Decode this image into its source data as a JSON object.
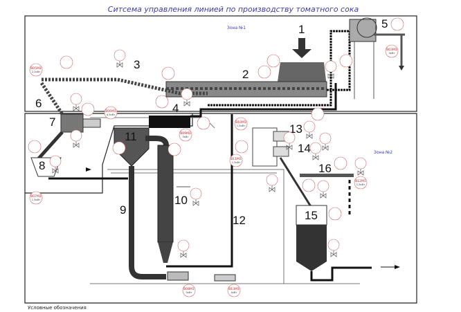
{
  "title": "Ситсема управления линией по производству томатного сока",
  "zones": {
    "zone1": "Зона №1",
    "zone2": "Зона №2"
  },
  "legend_caption": "Условные обозначения",
  "equipment_numbers": [
    "1",
    "2",
    "3",
    "4",
    "5",
    "6",
    "7",
    "8",
    "9",
    "10",
    "11",
    "12",
    "13",
    "14",
    "15",
    "16"
  ],
  "motors": [
    {
      "id": "B05M1",
      "power": "2,2кВт"
    },
    {
      "id": "B06M1",
      "power": "4,5кВт"
    },
    {
      "id": "B03M1",
      "power": "3кВт"
    },
    {
      "id": "B10M1",
      "power": "1,5кВт"
    },
    {
      "id": "B11M1",
      "power": "1,5кВт"
    },
    {
      "id": "B12M1",
      "power": "1,5кВт"
    },
    {
      "id": "B07M1",
      "power": "1,5кВт"
    },
    {
      "id": "B08M1",
      "power": "5кВт"
    },
    {
      "id": "B13M1",
      "power": "4кВт"
    },
    {
      "id": "B09M1",
      "power": "3кВт"
    }
  ],
  "colors": {
    "title": "#3a3ab0",
    "tag": "#cc2222",
    "equipment": "#333333"
  }
}
